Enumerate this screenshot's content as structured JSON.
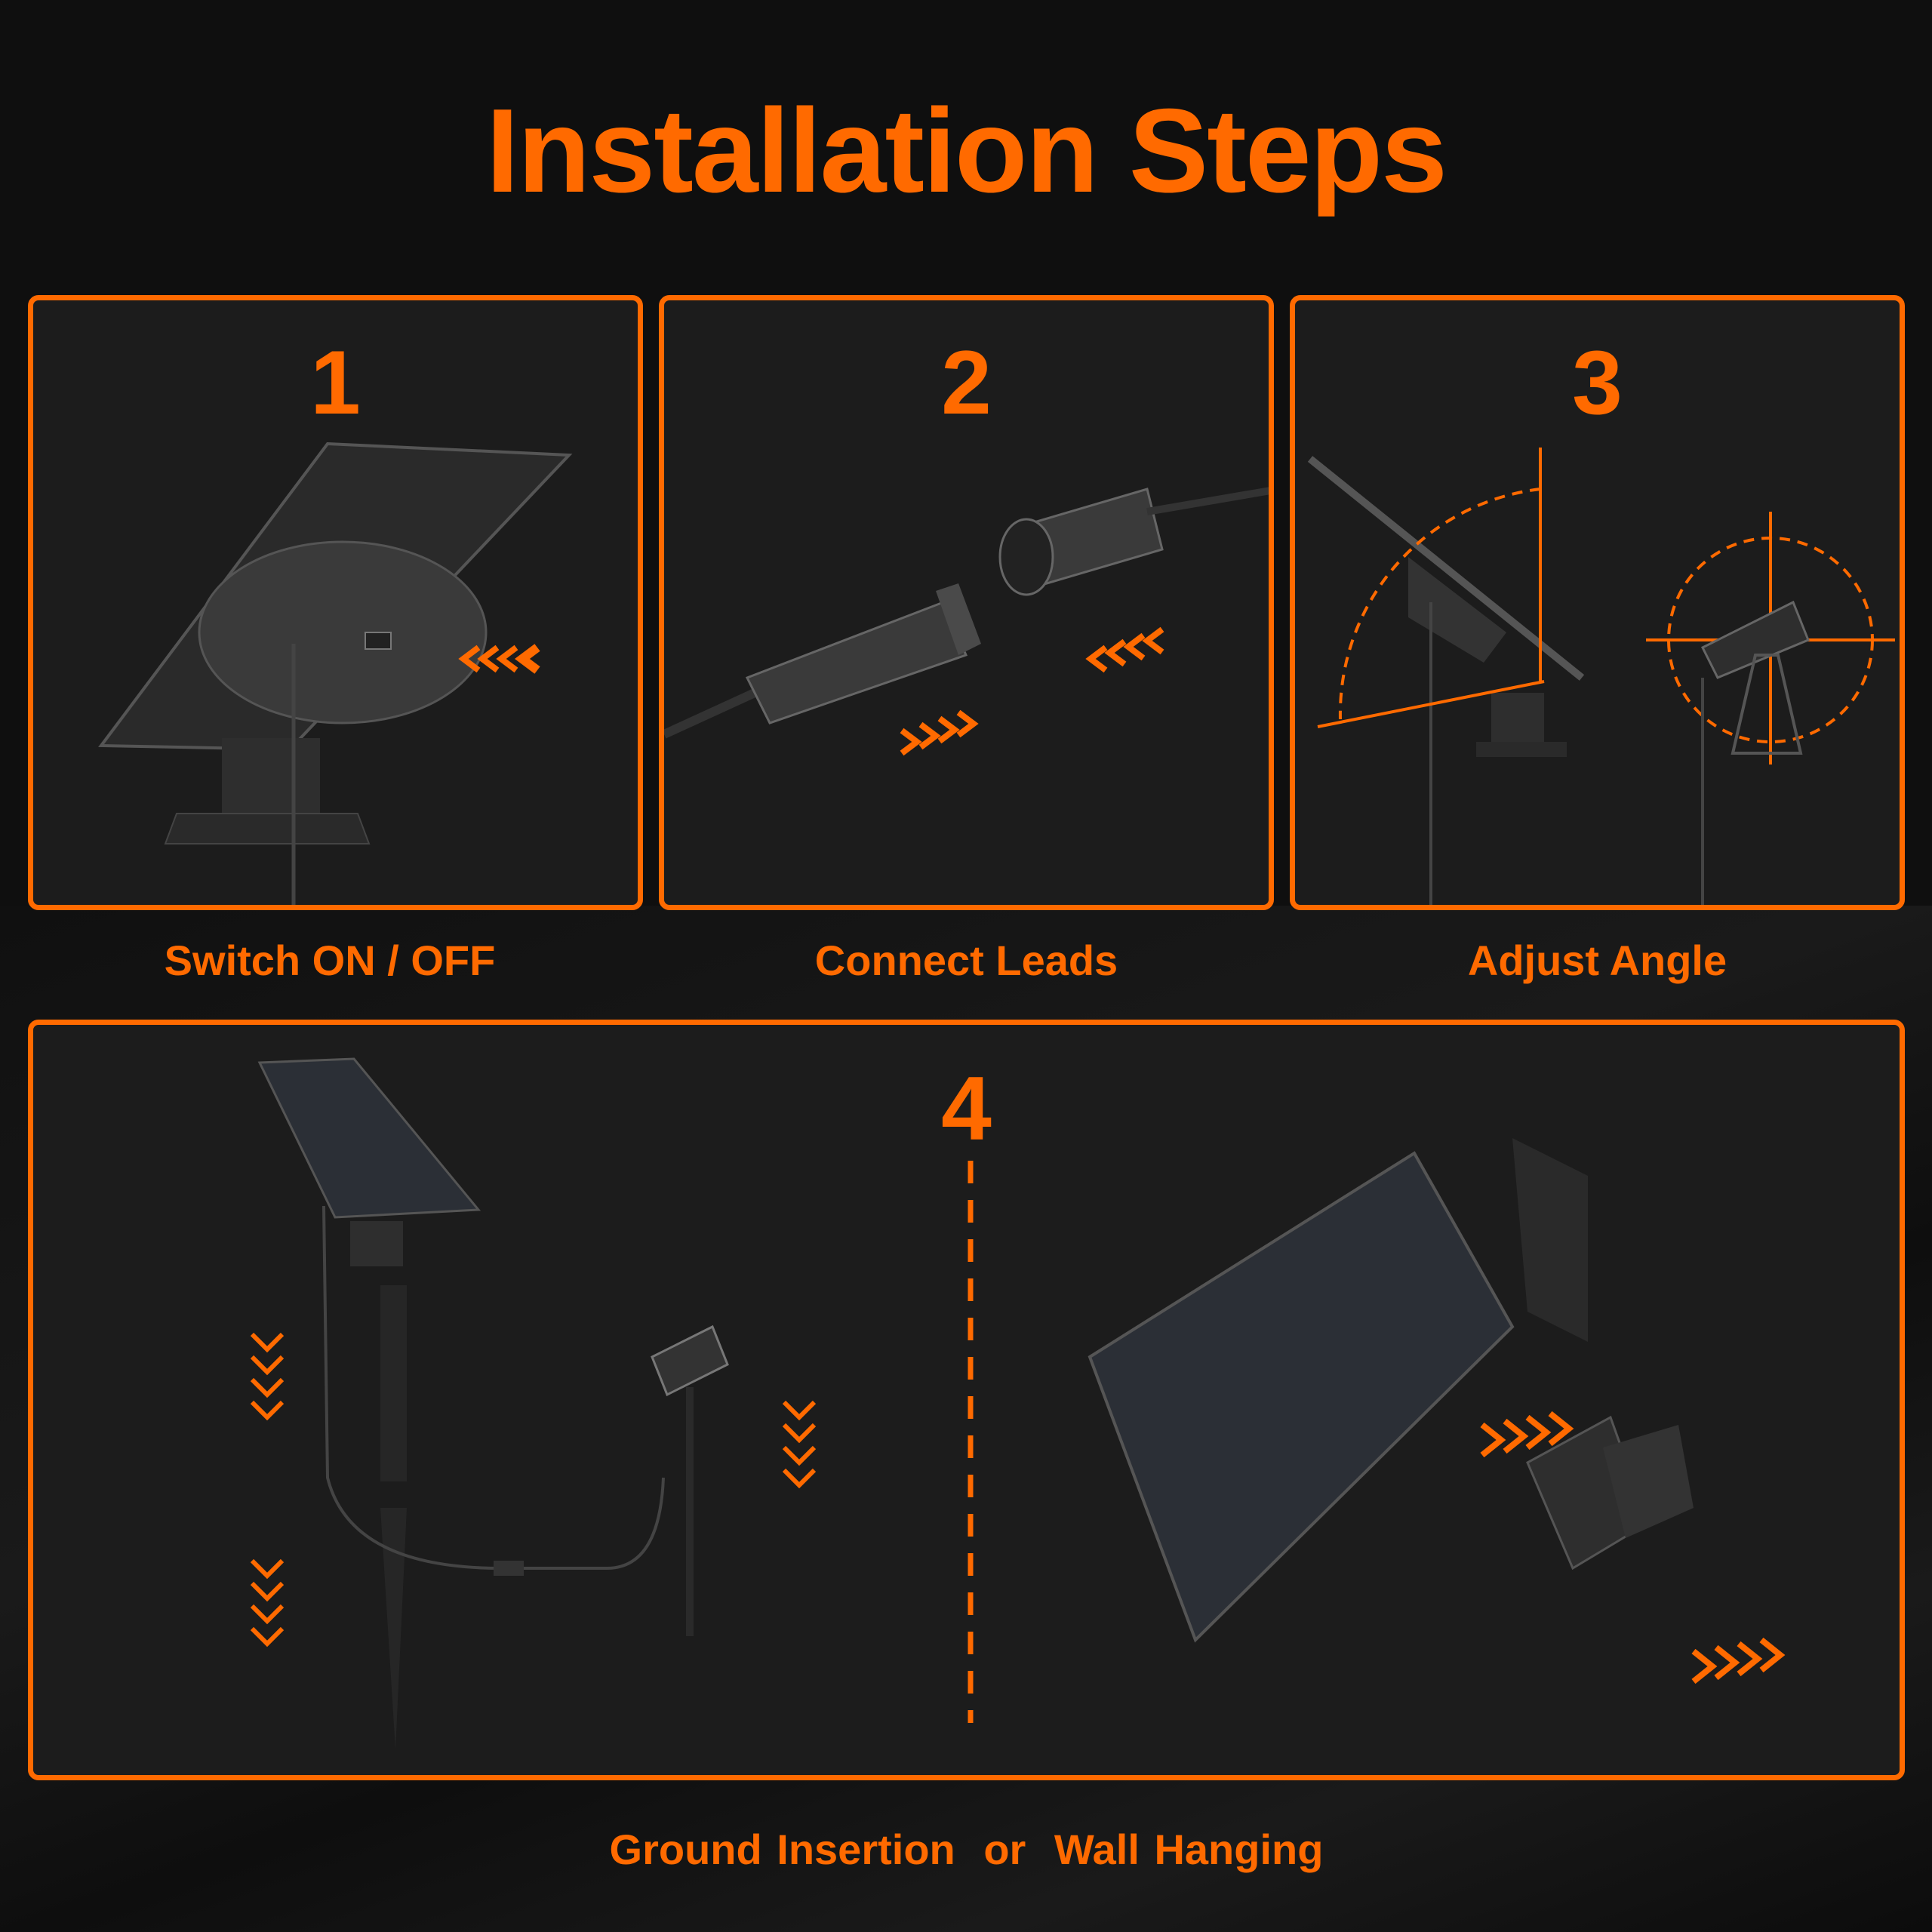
{
  "title": "Installation Steps",
  "steps": [
    {
      "number": "1",
      "caption": "Switch ON / OFF"
    },
    {
      "number": "2",
      "caption": "Connect Leads"
    },
    {
      "number": "3",
      "caption": "Adjust Angle"
    },
    {
      "number": "4",
      "caption_a": "Ground Insertion",
      "caption_or": "or",
      "caption_b": "Wall Hanging"
    }
  ],
  "colors": {
    "accent": "#ff6a00",
    "panel_bg": "#1c1c1c",
    "page_bg": "#0f0f0f"
  }
}
